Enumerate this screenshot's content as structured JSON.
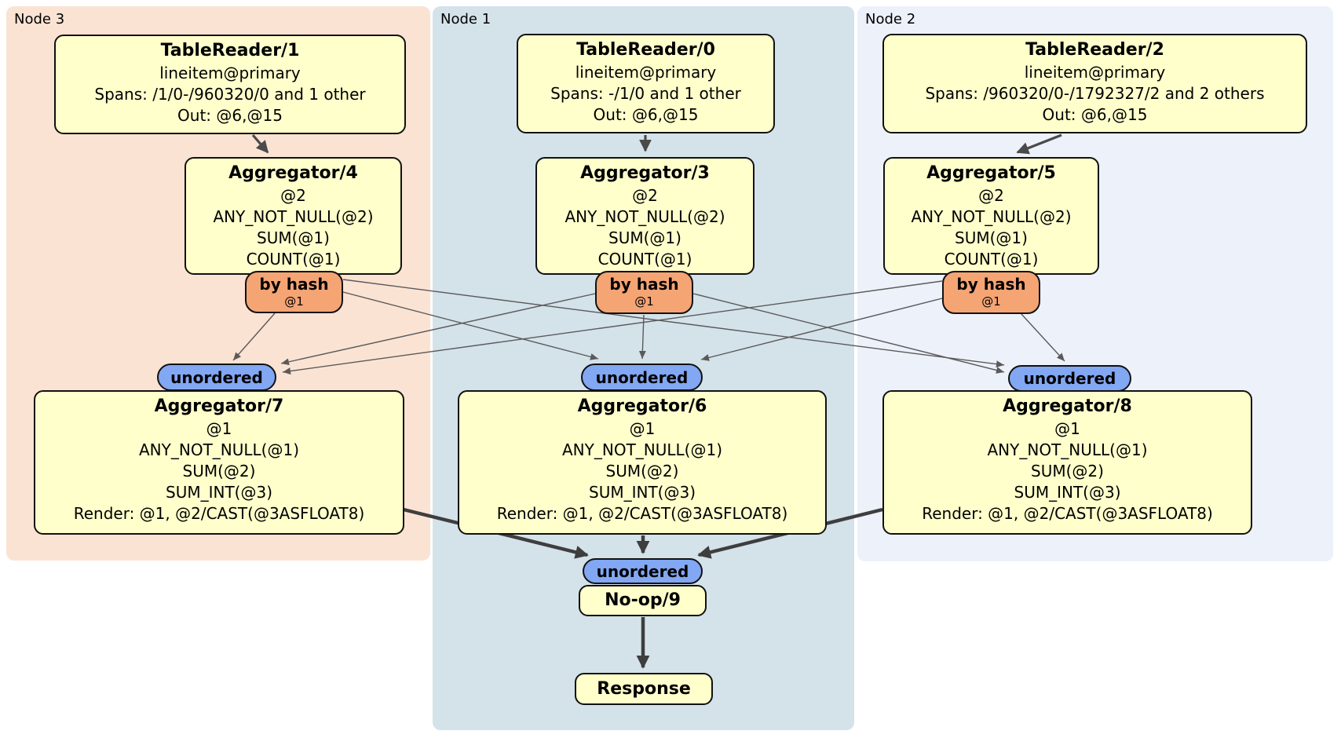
{
  "regions": {
    "node3": {
      "label": "Node 3"
    },
    "node1": {
      "label": "Node 1"
    },
    "node2": {
      "label": "Node 2"
    }
  },
  "routers": {
    "by_hash": {
      "label": "by hash",
      "detail": "@1"
    },
    "unordered": {
      "label": "unordered"
    }
  },
  "nodes": {
    "tablereader1": {
      "title": "TableReader/1",
      "lines": [
        "lineitem@primary",
        "Spans: /1/0-/960320/0 and 1 other",
        "Out: @6,@15"
      ]
    },
    "tablereader0": {
      "title": "TableReader/0",
      "lines": [
        "lineitem@primary",
        "Spans: -/1/0 and 1 other",
        "Out: @6,@15"
      ]
    },
    "tablereader2": {
      "title": "TableReader/2",
      "lines": [
        "lineitem@primary",
        "Spans: /960320/0-/1792327/2 and 2 others",
        "Out: @6,@15"
      ]
    },
    "aggregator4": {
      "title": "Aggregator/4",
      "lines": [
        "@2",
        "ANY_NOT_NULL(@2)",
        "SUM(@1)",
        "COUNT(@1)"
      ]
    },
    "aggregator3": {
      "title": "Aggregator/3",
      "lines": [
        "@2",
        "ANY_NOT_NULL(@2)",
        "SUM(@1)",
        "COUNT(@1)"
      ]
    },
    "aggregator5": {
      "title": "Aggregator/5",
      "lines": [
        "@2",
        "ANY_NOT_NULL(@2)",
        "SUM(@1)",
        "COUNT(@1)"
      ]
    },
    "aggregator7": {
      "title": "Aggregator/7",
      "lines": [
        "@1",
        "ANY_NOT_NULL(@1)",
        "SUM(@2)",
        "SUM_INT(@3)",
        "Render: @1, @2/CAST(@3ASFLOAT8)"
      ]
    },
    "aggregator6": {
      "title": "Aggregator/6",
      "lines": [
        "@1",
        "ANY_NOT_NULL(@1)",
        "SUM(@2)",
        "SUM_INT(@3)",
        "Render: @1, @2/CAST(@3ASFLOAT8)"
      ]
    },
    "aggregator8": {
      "title": "Aggregator/8",
      "lines": [
        "@1",
        "ANY_NOT_NULL(@1)",
        "SUM(@2)",
        "SUM_INT(@3)",
        "Render: @1, @2/CAST(@3ASFLOAT8)"
      ]
    },
    "noop9": {
      "title": "No-op/9"
    },
    "response": {
      "title": "Response"
    }
  },
  "colors": {
    "node_box_fill": "#ffffcc",
    "node_box_border": "#111111",
    "region_node3_bg": "#fbe3d4",
    "region_node1_bg": "#d4e2ea",
    "region_node2_bg": "#edf1fa",
    "router_by_hash_fill": "#f5a474",
    "router_unordered_fill": "#82a7f3",
    "edge_thin": "#5a5a5a",
    "edge_thick": "#3e3e3e"
  }
}
